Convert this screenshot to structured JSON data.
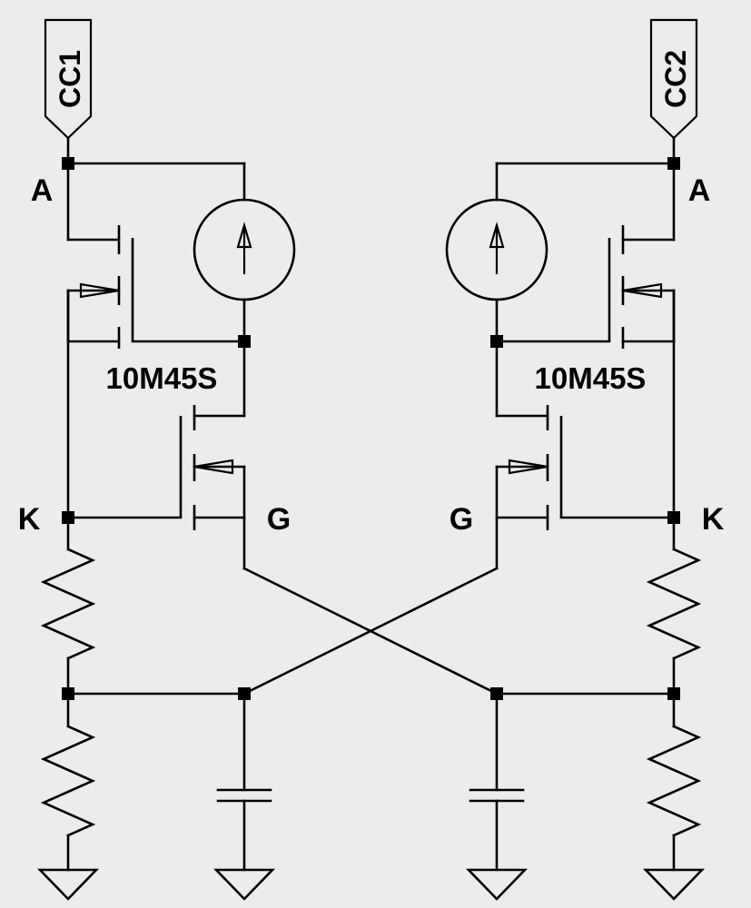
{
  "schematic": {
    "ports": {
      "left": "CC1",
      "right": "CC2"
    },
    "labels": {
      "anode_left": "A",
      "anode_right": "A",
      "cathode_left": "K",
      "cathode_right": "K",
      "gate_left": "G",
      "gate_right": "G"
    },
    "parts": {
      "mosfet_left": "10M45S",
      "mosfet_right": "10M45S"
    }
  }
}
